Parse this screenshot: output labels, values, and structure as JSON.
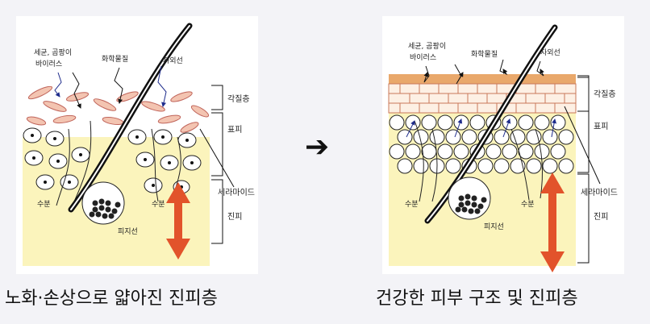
{
  "left": {
    "labels": {
      "bacteria": "세균, 곰팡이",
      "virus": "바이러스",
      "chemical": "화학물질",
      "uv": "자외선",
      "stratum": "각질층",
      "epidermis": "표피",
      "ceramide": "세라마이드",
      "water1": "수분",
      "water2": "수분",
      "sebaceous": "피지선",
      "dermis": "진피"
    },
    "caption": "노화·손상으로 얇아진 진피층"
  },
  "arrow": "➔",
  "right": {
    "labels": {
      "bacteria": "세균, 곰팡이",
      "virus": "바이러스",
      "chemical": "화학물질",
      "uv": "자외선",
      "stratum": "각질층",
      "epidermis": "표피",
      "ceramide": "세라마이드",
      "water1": "수분",
      "water2": "수분",
      "sebaceous": "피지선",
      "dermis": "진피"
    },
    "caption": "건강한 피부 구조 및 진피층"
  },
  "colors": {
    "dermis_fill": "#fbf4bc",
    "flake_fill": "#f3c4b1",
    "flake_stroke": "#c0645a",
    "brick_top": "#e9a86b",
    "brick_fill": "#fdf0e4",
    "arrow_red": "#e2532b",
    "blue_arrow": "#1e2c8c"
  }
}
